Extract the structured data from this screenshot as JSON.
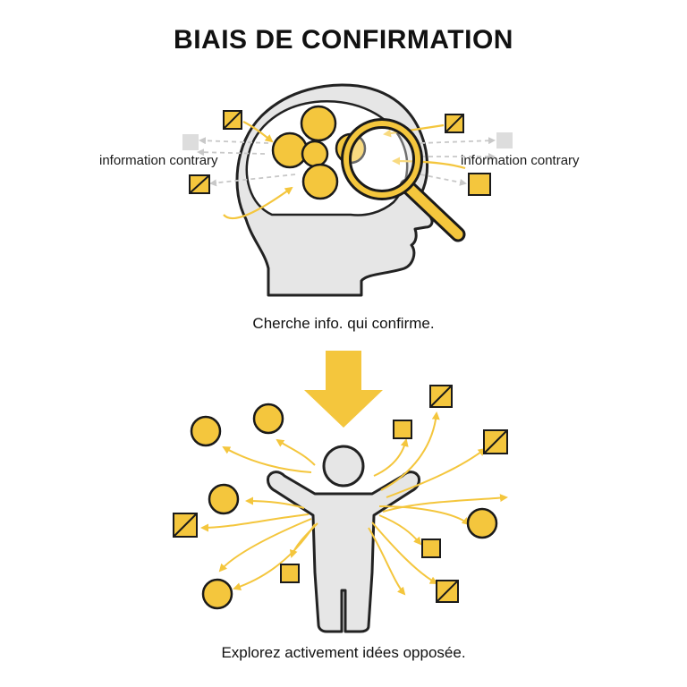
{
  "title": "BIAIS DE CONFIRMATION",
  "top_panel": {
    "label_left": "information contrary",
    "label_right": "information contrary",
    "caption": "Cherche info. qui confirme."
  },
  "bottom_panel": {
    "caption": "Explorez activement idées opposée."
  },
  "colors": {
    "accent": "#F4C63D",
    "outline": "#1a1a1a",
    "figure_fill": "#E6E6E6",
    "figure_stroke": "#222222",
    "arrow_gray": "#C8C8C8",
    "square_gray": "#DDDDDD"
  }
}
